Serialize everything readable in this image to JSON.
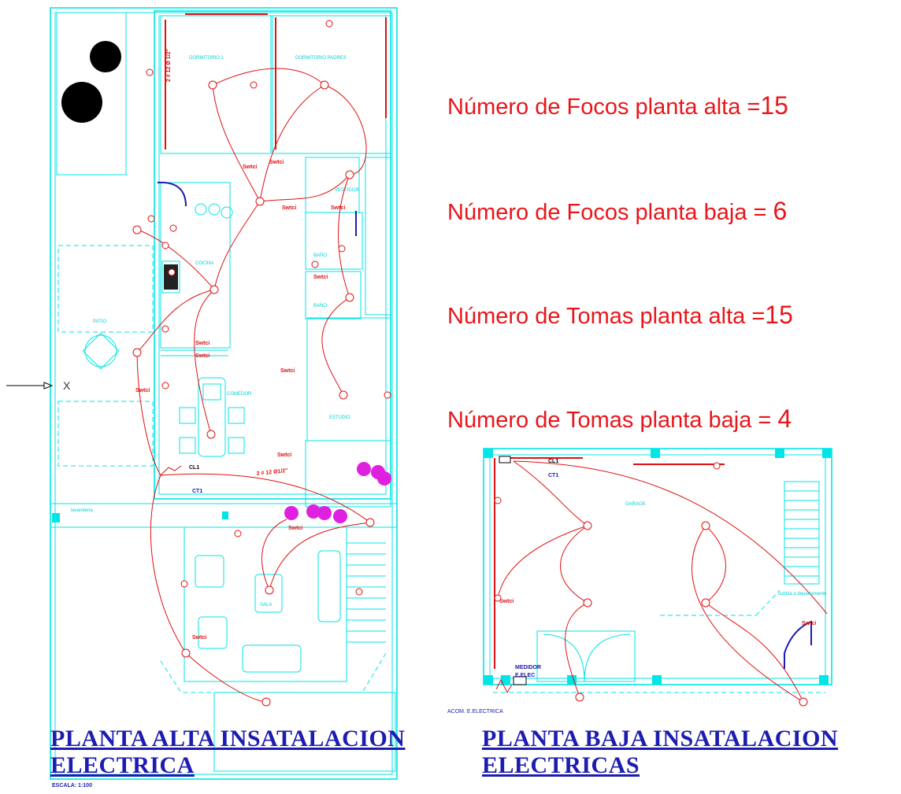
{
  "stats": [
    {
      "label": "Número de Focos planta alta =",
      "value": "15"
    },
    {
      "label": "Número de Focos planta baja = ",
      "value": "6"
    },
    {
      "label": "Número de Tomas planta alta =",
      "value": "15"
    },
    {
      "label": "Número de Tomas planta baja = ",
      "value": "4"
    }
  ],
  "upper_floor": {
    "title_line1": "PLANTA ALTA INSATALACION",
    "title_line2": "ELECTRICA",
    "scale": "ESCALA: 1:100",
    "rooms": {
      "dorm1": "DORMITORIO 1",
      "dorm_padres": "DORMITORIO PADRES",
      "vestidor": "VESTIDOR",
      "cocina": "COCINA",
      "patio": "PATIO",
      "bano1": "BAÑO",
      "bano2": "BAÑO",
      "comedor": "COMEDOR",
      "estudio": "ESTUDIO",
      "sala": "SALA",
      "lavanderia": "lavanderia"
    },
    "circuit_labels": {
      "cl1": "CL1",
      "ct1": "CT1",
      "feed": "2 # 12 Ø1/2\"",
      "feed_vertical": "2 # 12 Ø 1/2\"",
      "switch": "Swtci",
      "marker": "X"
    }
  },
  "lower_floor": {
    "title_line1": "PLANTA BAJA INSATALACION",
    "title_line2": "ELECTRICAS",
    "rooms": {
      "garage": "GARAGE",
      "stair_note": "subida a departamento"
    },
    "labels": {
      "cl1": "CL1",
      "ct1": "CT1",
      "medidor": "MEDIDOR",
      "e_elec": "E.ELEC",
      "acom": "ACOM. E.ELECTRICA",
      "switch": "Swtci"
    }
  },
  "colors": {
    "plan_lines": "#00e6e6",
    "wiring": "#e01010",
    "stats_text": "#e8161b",
    "titles": "#1c1cb0",
    "outlets_highlight": "#e020e0"
  }
}
